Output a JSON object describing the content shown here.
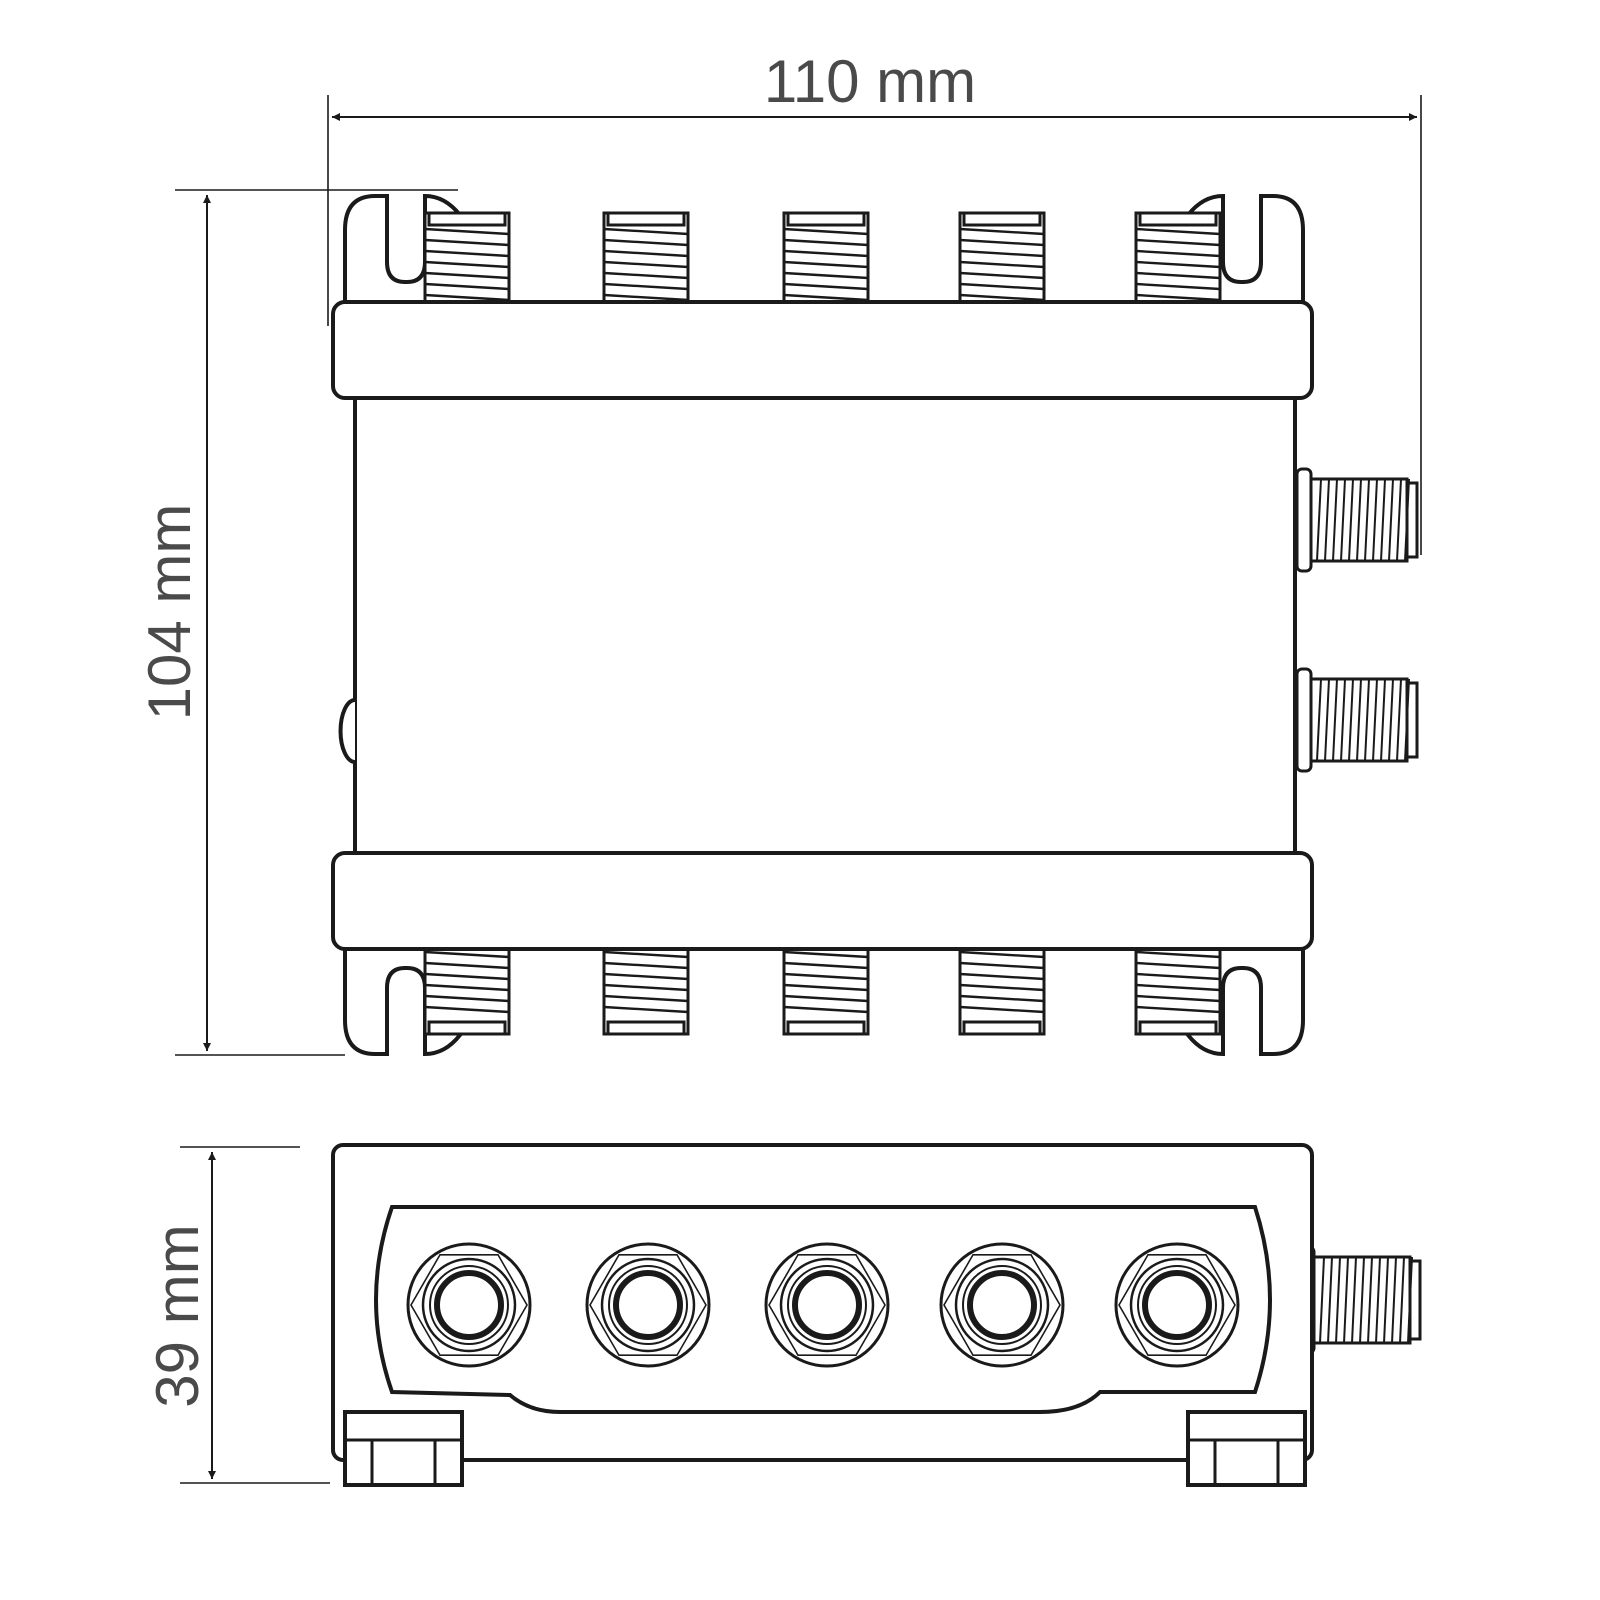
{
  "dimensions": {
    "width_label": "110 mm",
    "height_label": "104 mm",
    "depth_label": "39 mm"
  },
  "views": {
    "top_connector_count": 5,
    "bottom_connector_count": 5,
    "side_connector_count": 2,
    "front_fitting_count": 5
  }
}
